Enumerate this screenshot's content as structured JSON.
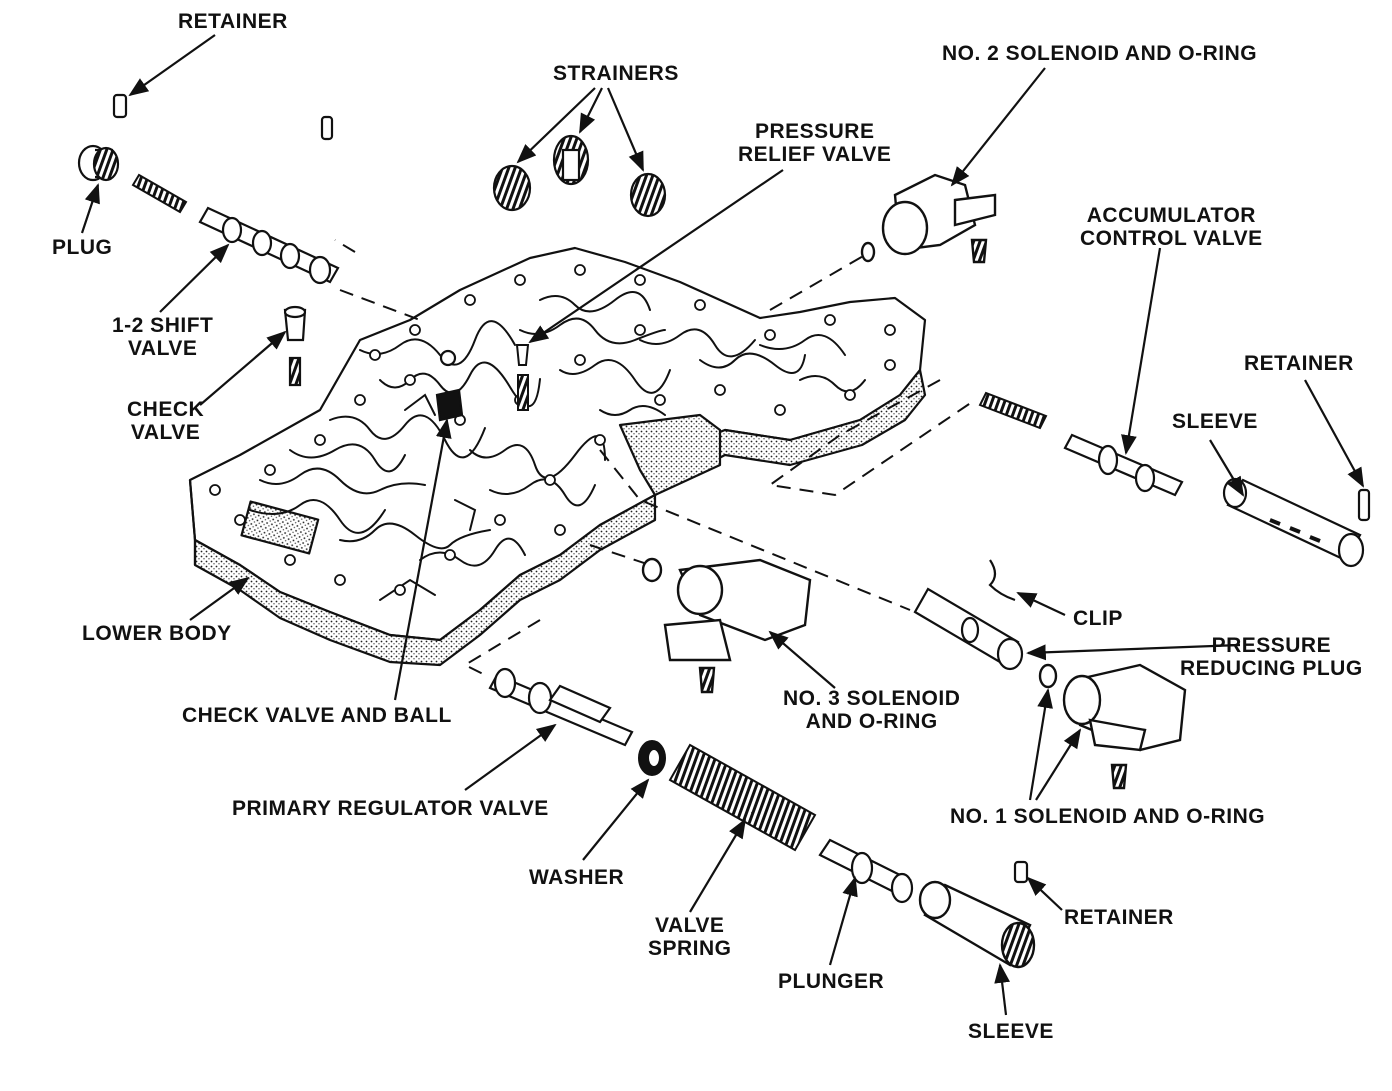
{
  "labels": {
    "retainer_top": "RETAINER",
    "strainers": "STRAINERS",
    "no2_solenoid": "NO. 2 SOLENOID AND O-RING",
    "pressure_relief_1": "PRESSURE",
    "pressure_relief_2": "RELIEF VALVE",
    "plug": "PLUG",
    "accumulator_1": "ACCUMULATOR",
    "accumulator_2": "CONTROL VALVE",
    "shift_valve_1": "1-2 SHIFT",
    "shift_valve_2": "VALVE",
    "retainer_right": "RETAINER",
    "check_valve_1": "CHECK",
    "check_valve_2": "VALVE",
    "sleeve_right": "SLEEVE",
    "clip": "CLIP",
    "lower_body": "LOWER BODY",
    "pressure_reducing_1": "PRESSURE",
    "pressure_reducing_2": "REDUCING PLUG",
    "no3_solenoid_1": "NO. 3 SOLENOID",
    "no3_solenoid_2": "AND O-RING",
    "check_valve_ball": "CHECK VALVE AND BALL",
    "primary_regulator": "PRIMARY REGULATOR VALVE",
    "no1_solenoid": "NO. 1 SOLENOID AND O-RING",
    "washer": "WASHER",
    "retainer_bottom": "RETAINER",
    "valve_spring_1": "VALVE",
    "valve_spring_2": "SPRING",
    "plunger": "PLUNGER",
    "sleeve_bottom": "SLEEVE"
  }
}
